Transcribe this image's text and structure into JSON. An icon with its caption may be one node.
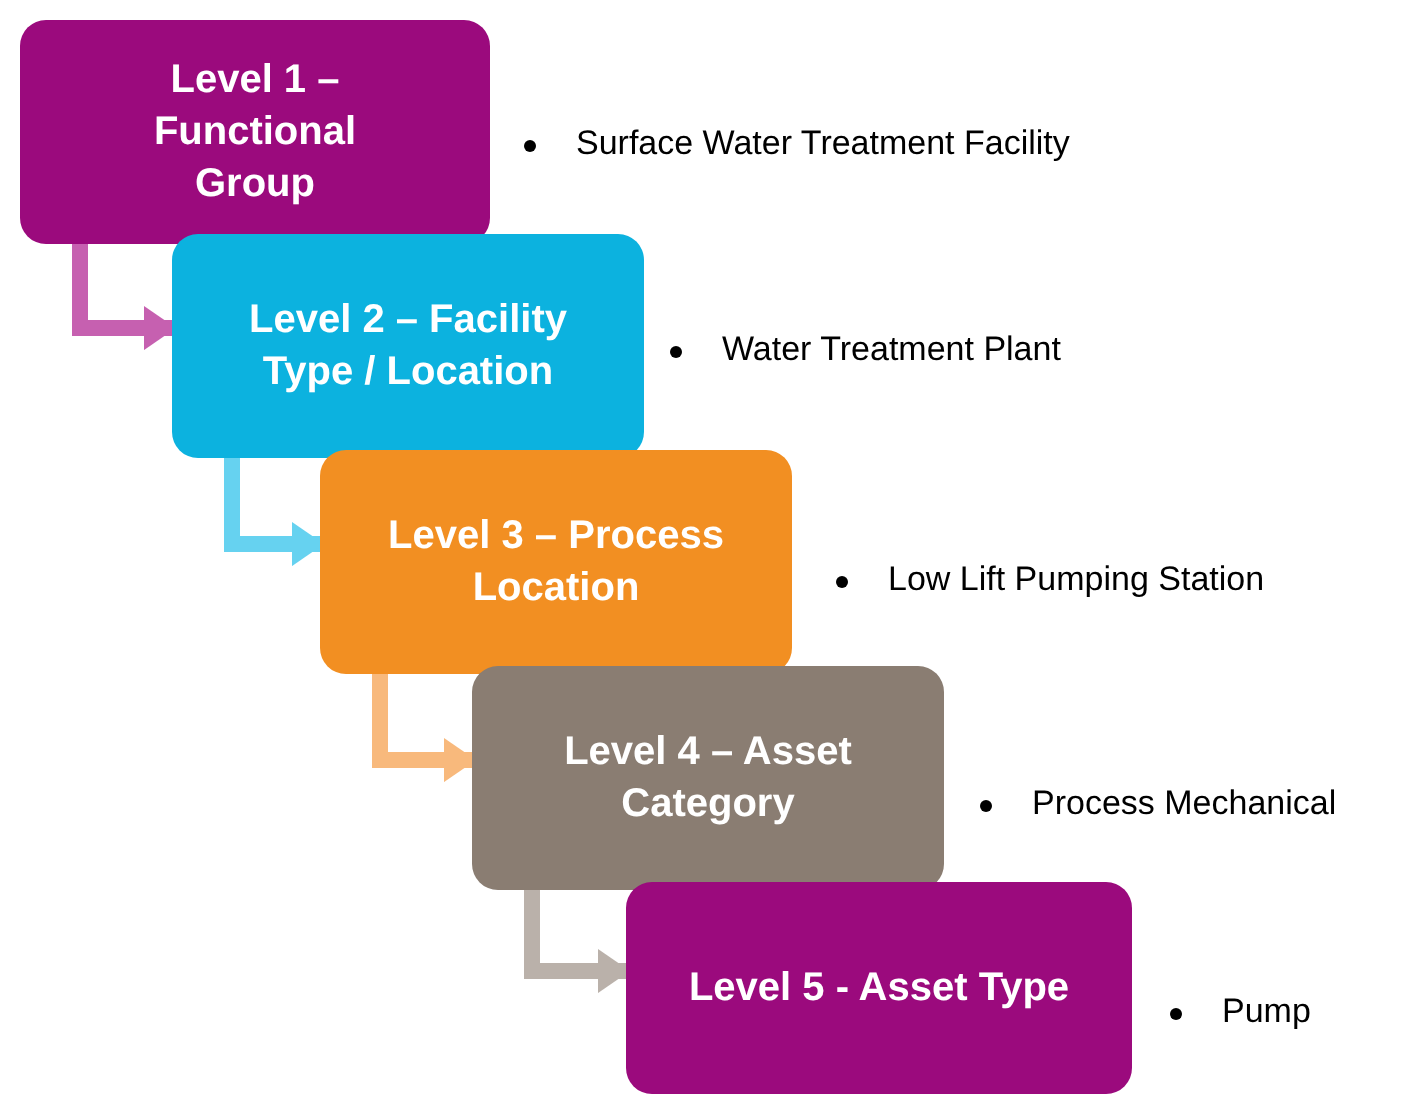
{
  "diagram": {
    "nodes": [
      {
        "text": [
          "Level 1 – Functional Group"
        ],
        "beside": [
          "Surface Water Treatment Facility"
        ]
      },
      {
        "text": [
          "Level 2 – Facility Type / Location"
        ],
        "beside": [
          "Water Treatment Plant"
        ]
      },
      {
        "text": [
          "Level 3 – Process Location"
        ],
        "beside": [
          "Low Lift Pumping Station"
        ]
      },
      {
        "text": [
          "Level 4 – Asset Category"
        ],
        "beside": [
          "Process Mechanical"
        ]
      },
      {
        "text": [
          "Level 5 - Asset Type"
        ],
        "beside": [
          "Pump"
        ]
      }
    ],
    "edges": [
      {
        "from": 0,
        "to": 1,
        "arrow": "to",
        "color": "#c660b0"
      },
      {
        "from": 1,
        "to": 2,
        "arrow": "to",
        "color": "#66d2f0"
      },
      {
        "from": 2,
        "to": 3,
        "arrow": "to",
        "color": "#f8b97c"
      },
      {
        "from": 3,
        "to": 4,
        "arrow": "to",
        "color": "#bab1aa"
      }
    ]
  }
}
